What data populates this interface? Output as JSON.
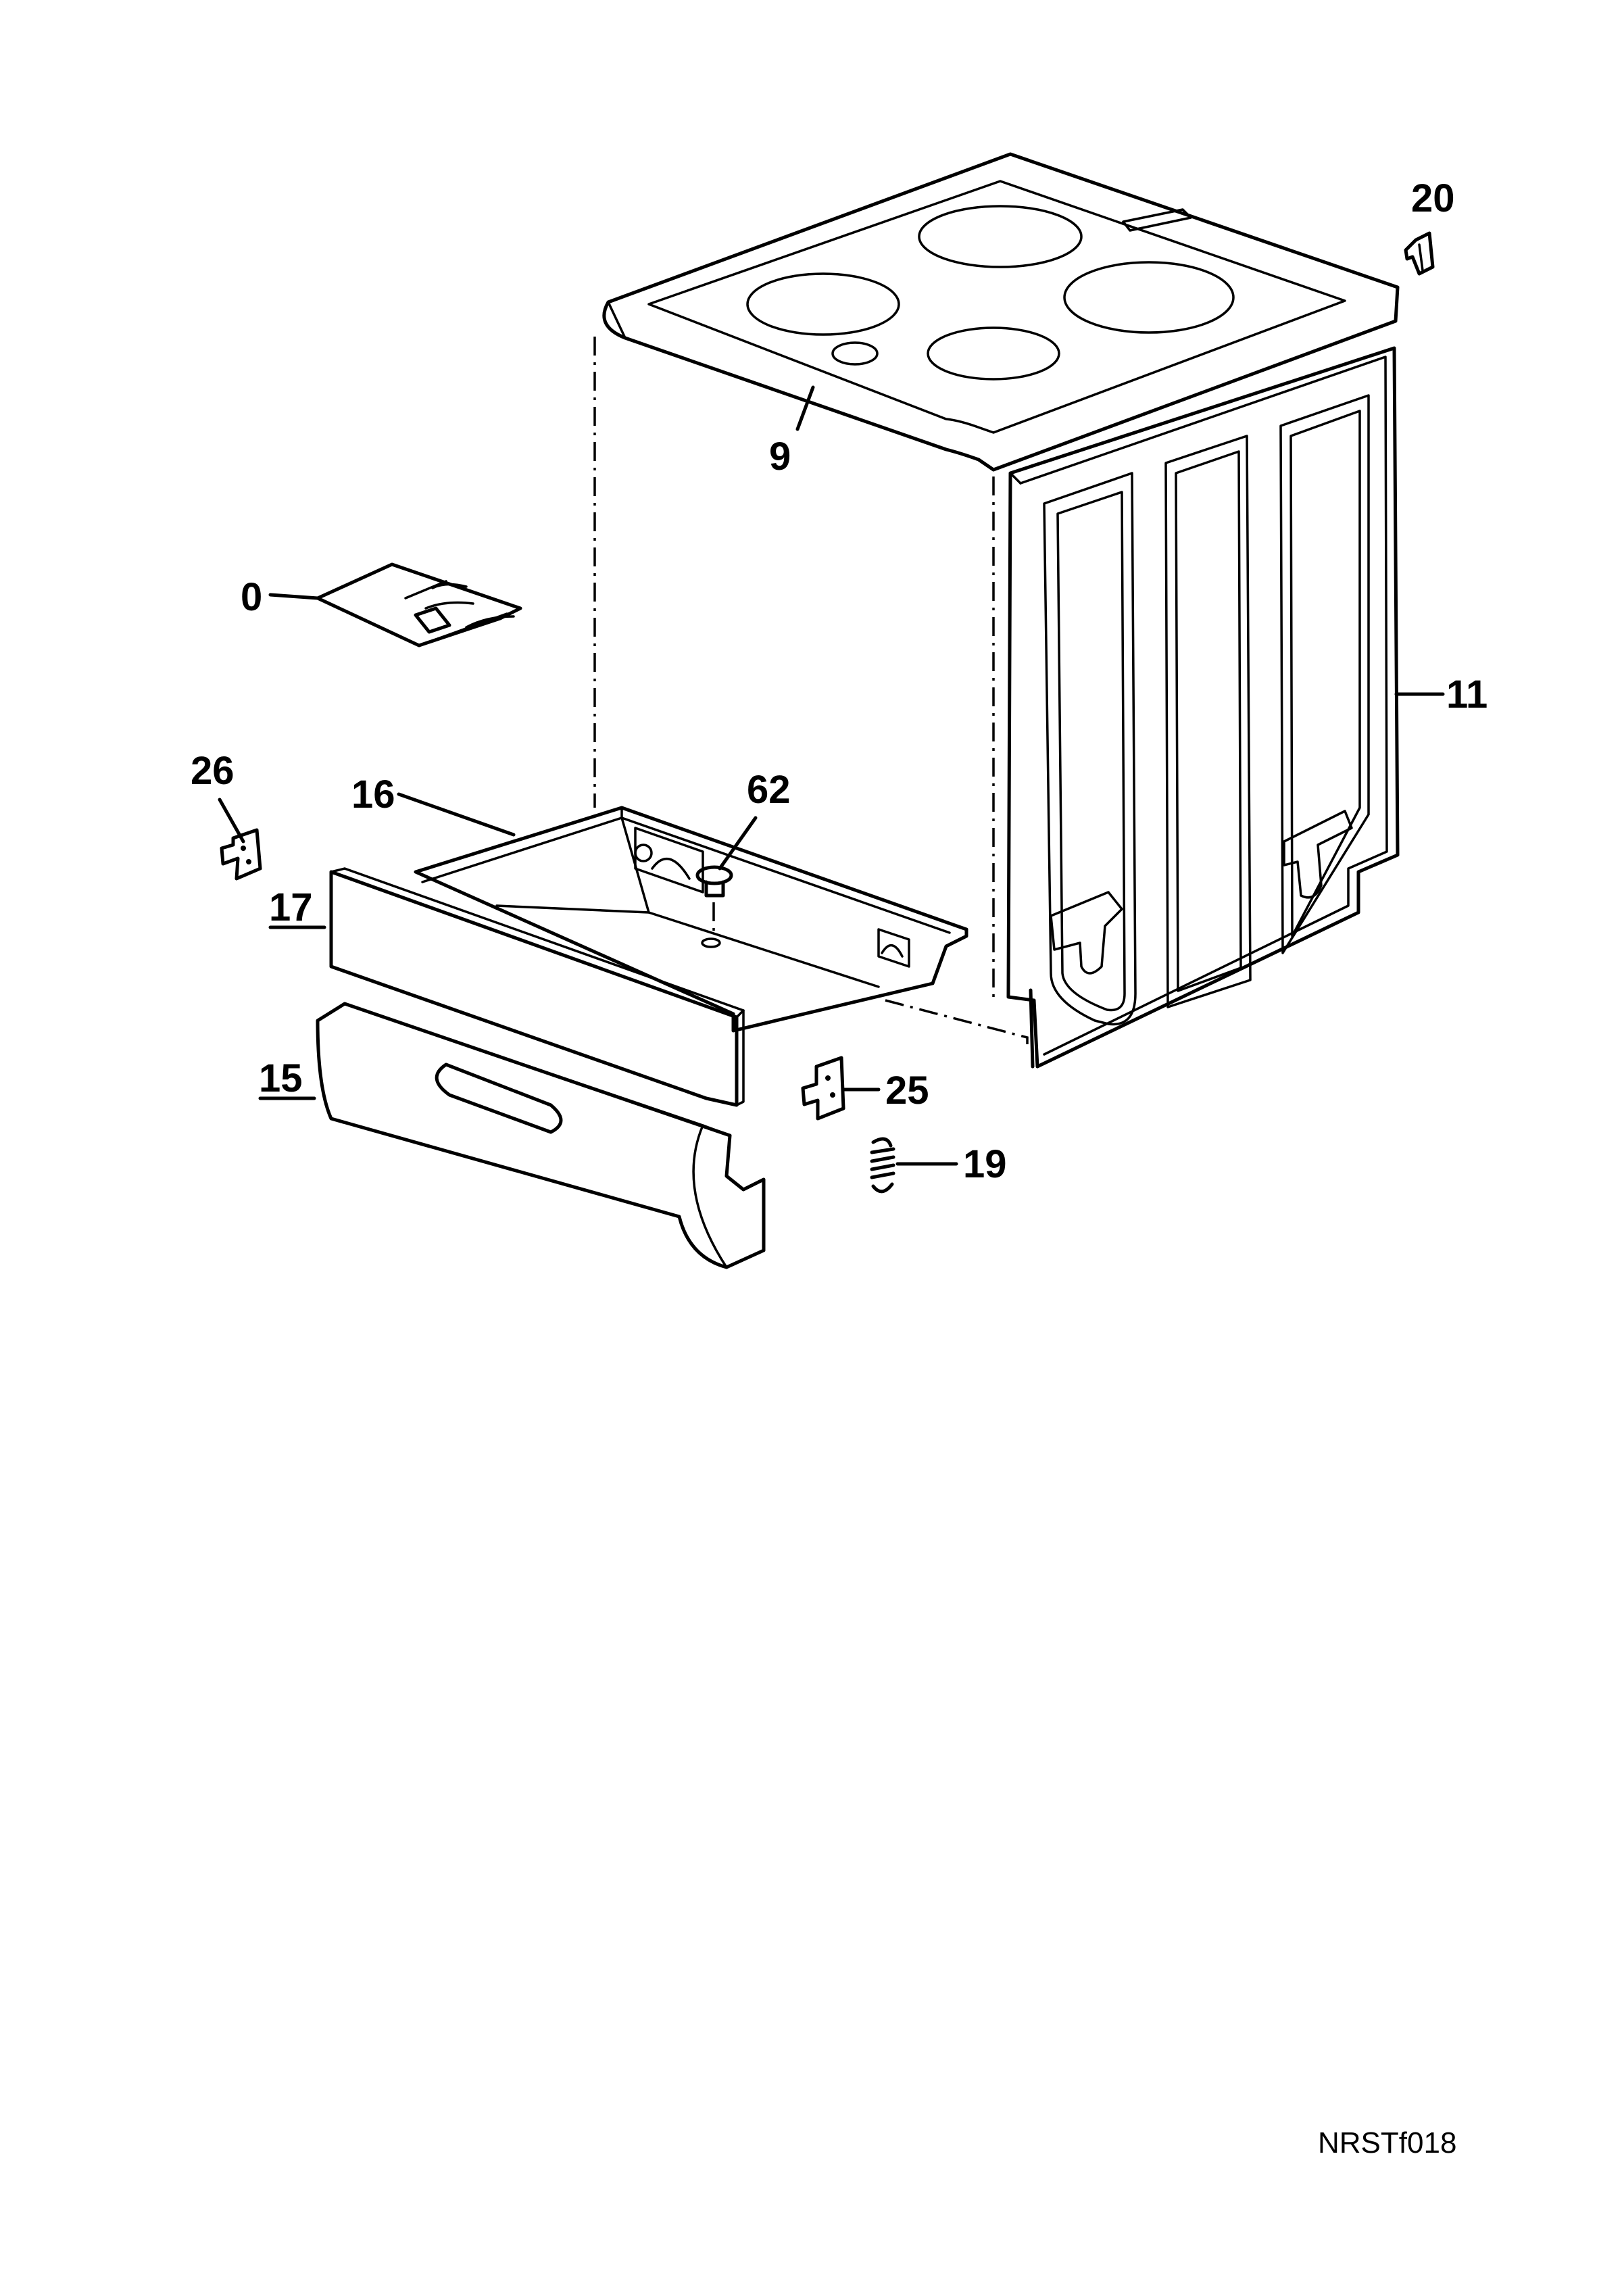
{
  "diagram": {
    "type": "exploded-parts-view",
    "callouts": {
      "p0": "0",
      "p9": "9",
      "p11": "11",
      "p15": "15",
      "p16": "16",
      "p17": "17",
      "p19": "19",
      "p20": "20",
      "p25": "25",
      "p26": "26",
      "p62": "62"
    },
    "drawing_code": "NRSTf018"
  }
}
